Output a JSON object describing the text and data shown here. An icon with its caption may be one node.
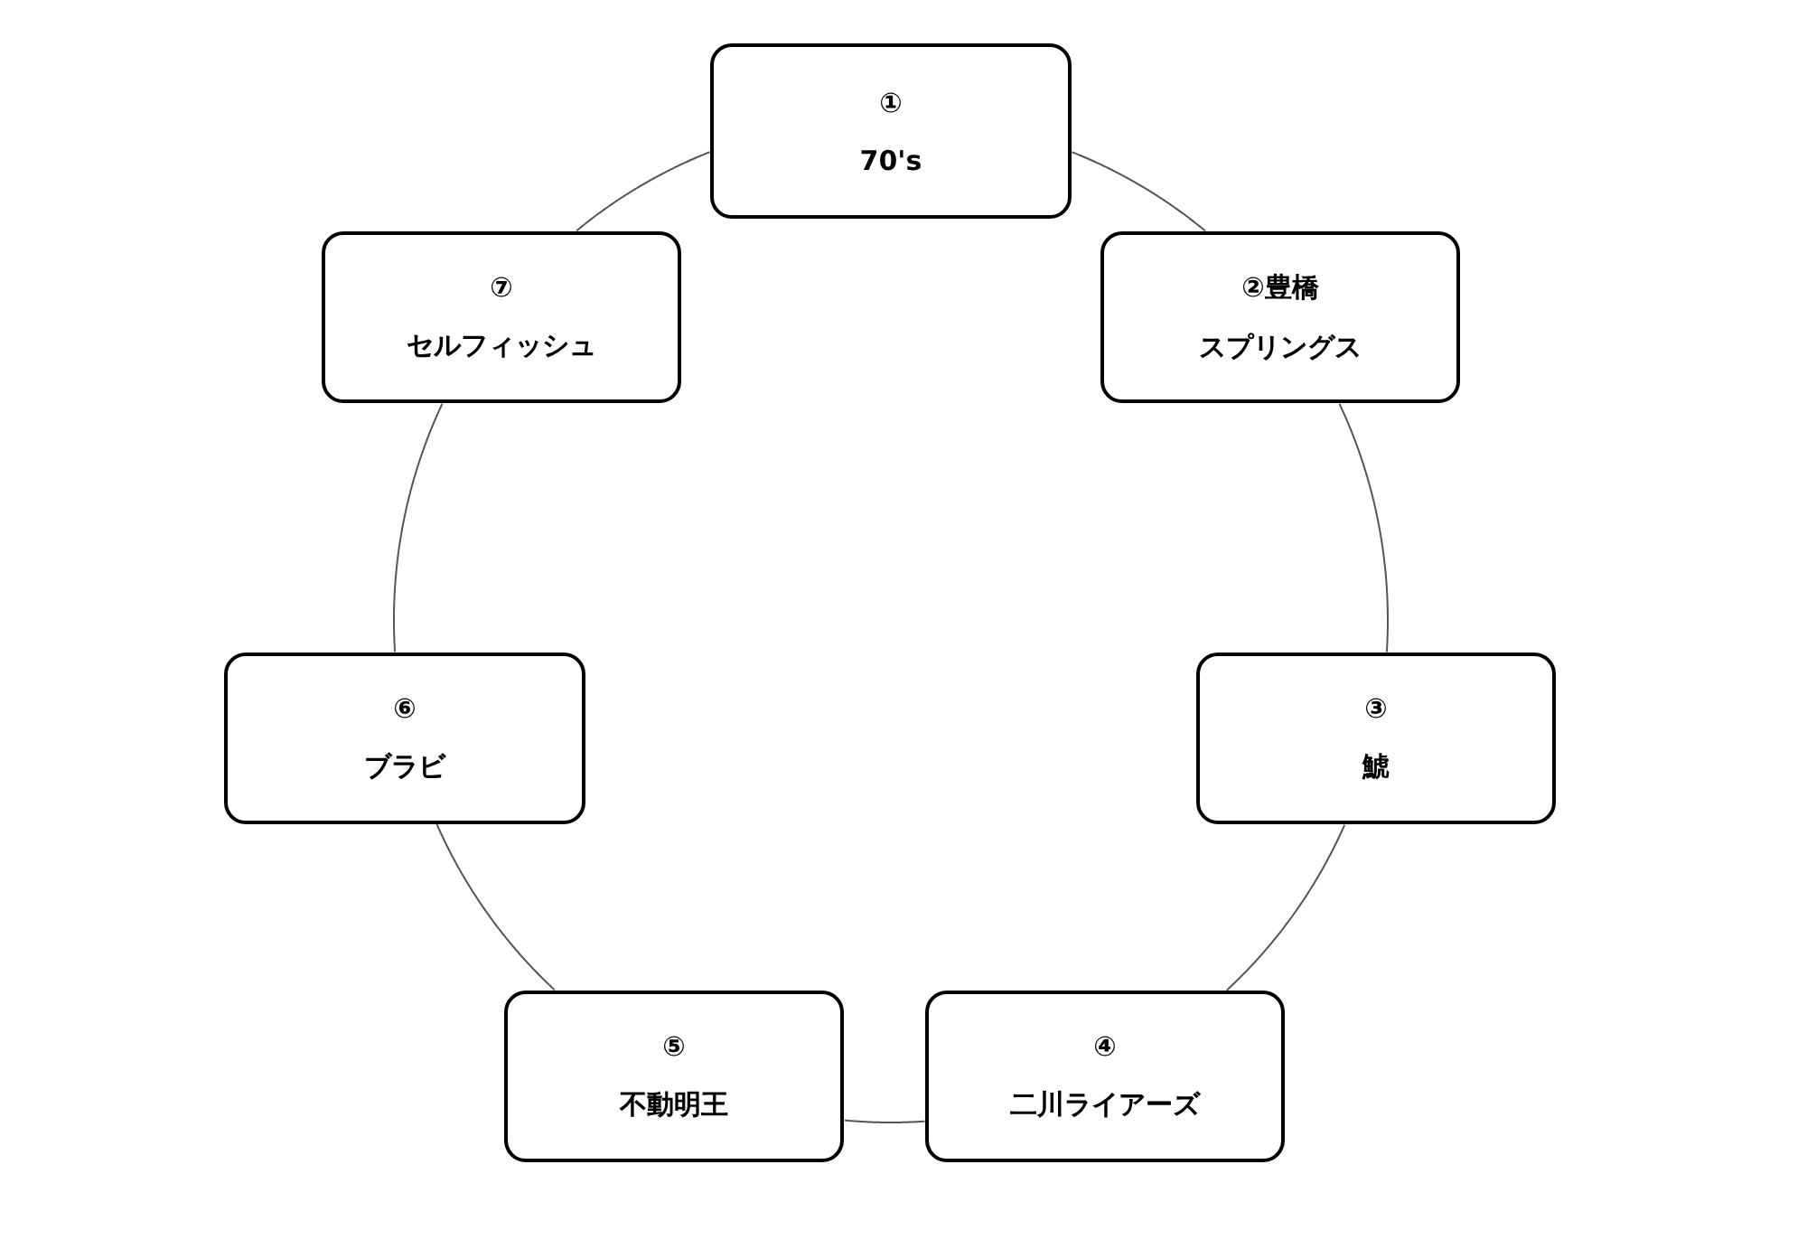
{
  "diagram": {
    "nodes": [
      {
        "text": [
          "①",
          "70's"
        ]
      },
      {
        "text": [
          "②豊橋",
          "スプリングス"
        ]
      },
      {
        "text": [
          "③",
          "鯱"
        ]
      },
      {
        "text": [
          "④",
          "二川ライアーズ"
        ]
      },
      {
        "text": [
          "⑤",
          "不動明王"
        ]
      },
      {
        "text": [
          "⑥",
          "ブラビ"
        ]
      },
      {
        "text": [
          "⑦",
          "セルフィッシュ"
        ]
      }
    ],
    "edges": [
      {
        "from": 0,
        "to": 1,
        "arrow": "none"
      },
      {
        "from": 1,
        "to": 2,
        "arrow": "none"
      },
      {
        "from": 2,
        "to": 3,
        "arrow": "none"
      },
      {
        "from": 3,
        "to": 4,
        "arrow": "none"
      },
      {
        "from": 4,
        "to": 5,
        "arrow": "none"
      },
      {
        "from": 5,
        "to": 6,
        "arrow": "none"
      },
      {
        "from": 6,
        "to": 0,
        "arrow": "none"
      }
    ]
  }
}
